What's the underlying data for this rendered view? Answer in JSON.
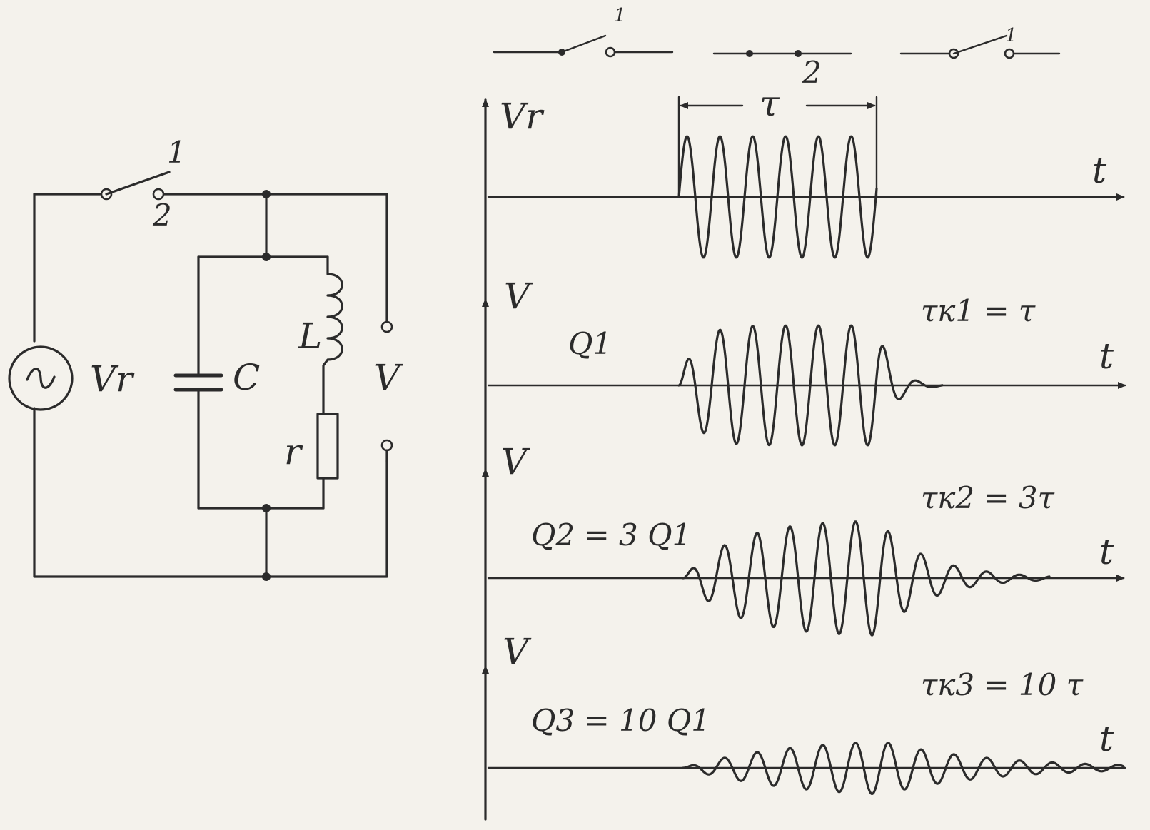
{
  "circuit": {
    "switch_pos1": "1",
    "switch_pos2": "2",
    "source_label": "Vr",
    "capacitor_label": "C",
    "inductor_label": "L",
    "resistor_label": "r",
    "output_label": "V"
  },
  "top_switches": {
    "left_pos": "1",
    "middle_pos": "2",
    "right_pos": "1"
  },
  "plots": {
    "pulse_width_label": "τ",
    "generator": {
      "ylabel": "Vr",
      "xlabel": "t"
    },
    "trace1": {
      "ylabel": "V",
      "xlabel": "t",
      "q_label": "Q1",
      "tau_label": "τк1 = τ"
    },
    "trace2": {
      "ylabel": "V",
      "xlabel": "t",
      "q_label": "Q2 = 3 Q1",
      "tau_label": "τк2 = 3τ"
    },
    "trace3": {
      "ylabel": "V",
      "xlabel": "t",
      "q_label": "Q3 = 10 Q1",
      "tau_label": "τк3 = 10 τ"
    }
  }
}
